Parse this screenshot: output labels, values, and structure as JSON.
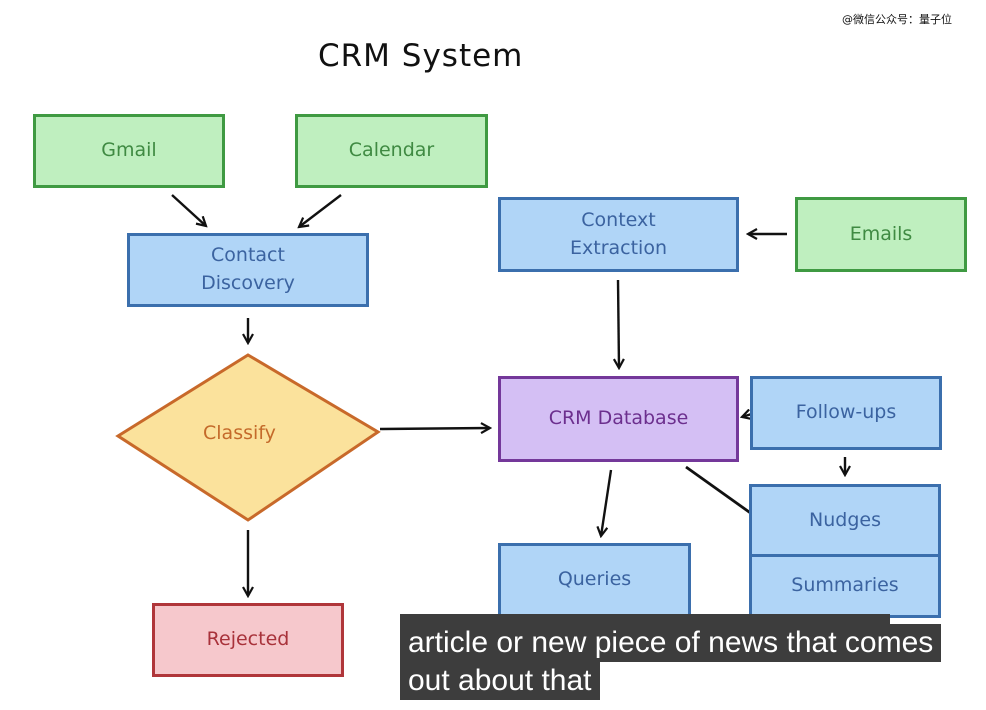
{
  "watermark": "@微信公众号：量子位",
  "diagram": {
    "title": "CRM System",
    "nodes": {
      "gmail": "Gmail",
      "calendar": "Calendar",
      "contact_discovery_line1": "Contact",
      "contact_discovery_line2": "Discovery",
      "classify": "Classify",
      "rejected": "Rejected",
      "context_extraction_line1": "Context",
      "context_extraction_line2": "Extraction",
      "emails": "Emails",
      "crm_database": "CRM Database",
      "follow_ups": "Follow-ups",
      "queries": "Queries",
      "nudges": "Nudges",
      "summaries": "Summaries"
    },
    "edges": [
      {
        "from": "Gmail",
        "to": "Contact Discovery"
      },
      {
        "from": "Calendar",
        "to": "Contact Discovery"
      },
      {
        "from": "Contact Discovery",
        "to": "Classify"
      },
      {
        "from": "Classify",
        "to": "CRM Database"
      },
      {
        "from": "Classify",
        "to": "Rejected"
      },
      {
        "from": "Emails",
        "to": "Context Extraction"
      },
      {
        "from": "Context Extraction",
        "to": "CRM Database"
      },
      {
        "from": "Follow-ups",
        "to": "CRM Database"
      },
      {
        "from": "Follow-ups",
        "to": "Nudges"
      },
      {
        "from": "CRM Database",
        "to": "Queries"
      },
      {
        "from": "CRM Database",
        "to": "Nudges"
      }
    ],
    "colors": {
      "source_fill": "#bfefbf",
      "process_fill": "#b0d5f7",
      "database_fill": "#d4bff4",
      "decision_fill": "#fbe29c",
      "rejected_fill": "#f6c8cc"
    }
  },
  "subtitle": {
    "line1": "article or new piece of news that comes",
    "line2": "out about that"
  }
}
